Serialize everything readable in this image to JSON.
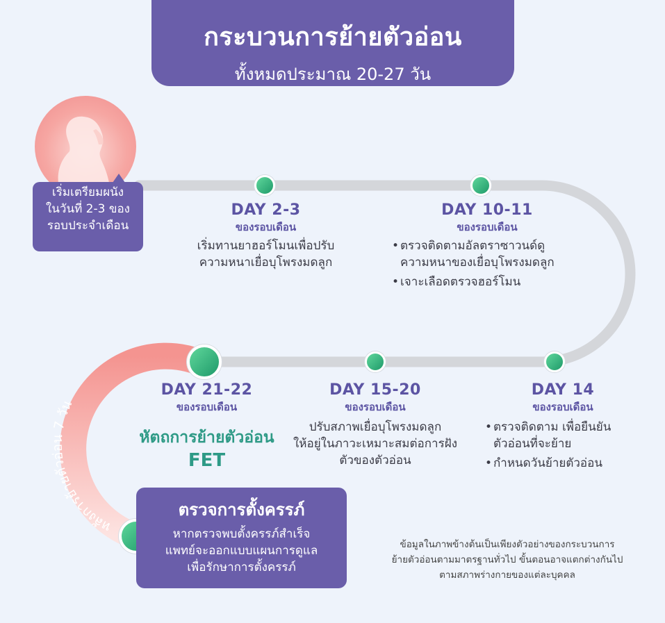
{
  "header": {
    "title": "กระบวนการย้ายตัวอ่อน",
    "subtitle": "ทั้งหมดประมาณ 20-27 วัน"
  },
  "start": {
    "label_lines": [
      "เริ่มเตรียมผนัง",
      "ในวันที่ 2-3 ของ",
      "รอบประจำเดือน"
    ]
  },
  "steps": {
    "day2_3": {
      "title": "DAY 2-3",
      "sub": "ของรอบเดือน",
      "desc_lines": [
        "เริ่มทานยาฮอร์โมนเพื่อปรับ",
        "ความหนาเยื่อบุโพรงมดลูก"
      ]
    },
    "day10_11": {
      "title": "DAY 10-11",
      "sub": "ของรอบเดือน",
      "bullet1_lines": [
        "ตรวจติดตามอัลตราซาวนด์ดู",
        "ความหนาของเยื่อบุโพรงมดลูก"
      ],
      "bullet2": "เจาะเลือดตรวจฮอร์โมน"
    },
    "day14": {
      "title": "DAY 14",
      "sub": "ของรอบเดือน",
      "bullet1_lines": [
        "ตรวจติดตาม เพื่อยืนยัน",
        "ตัวอ่อนที่จะย้าย"
      ],
      "bullet2": "กำหนดวันย้ายตัวอ่อน"
    },
    "day15_20": {
      "title": "DAY 15-20",
      "sub": "ของรอบเดือน",
      "desc_lines": [
        "ปรับสภาพเยื่อบุโพรงมดลูก",
        "ให้อยู่ในภาวะเหมาะสมต่อการฝัง",
        "ตัวของตัวอ่อน"
      ]
    },
    "day21_22": {
      "title": "DAY 21-22",
      "sub": "ของรอบเดือน",
      "procedure": "หัตถการย้ายตัวอ่อน",
      "abbr": "FET"
    }
  },
  "after_label": "หลังการย้ายตัวอ่อน 7 วัน",
  "pregnancy": {
    "title": "ตรวจการตั้งครรภ์",
    "lines": [
      "หากตรวจพบตั้งครรภ์สำเร็จ",
      "แพทย์จะออกแบบแผนการดูแล",
      "เพื่อรักษาการตั้งครรภ์"
    ]
  },
  "disclaimer_lines": [
    "ข้อมูลในภาพข้างต้นเป็นเพียงตัวอย่างของกระบวนการ",
    "ย้ายตัวอ่อนตามมาตรฐานทั่วไป ขั้นตอนอาจแตกต่างกันไป",
    "ตามสภาพร่างกายของแต่ละบุคคล"
  ],
  "colors": {
    "purple": "#6a5eaa",
    "green": "#2e9a86",
    "path_gray": "#d4d6da",
    "pink": "#f49c97"
  },
  "icons": {
    "avatar": "woman-silhouette-icon"
  }
}
